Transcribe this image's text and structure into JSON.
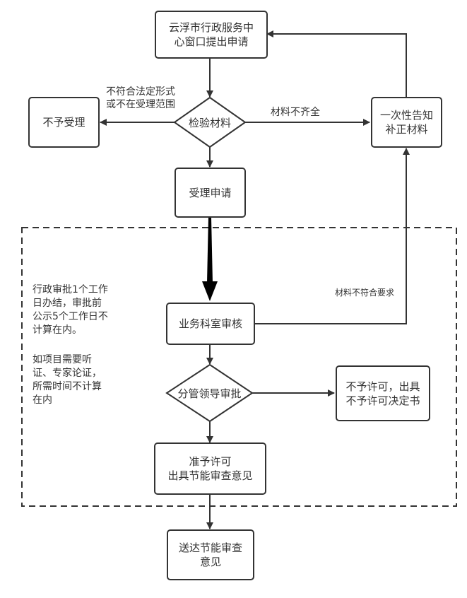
{
  "nodes": {
    "submit": "云浮市行政服务中\n心窗口提出申请",
    "check": "检验材料",
    "reject_accept": "不予受理",
    "notify_supplement": "一次性告知\n补正材料",
    "accept": "受理申请",
    "dept_review": "业务科室审核",
    "leader_approve": "分管领导审批",
    "deny_permit": "不予许可，出具\n不予许可决定书",
    "grant_permit": "准予许可\n出具节能审查意见",
    "deliver": "送达节能审查\n意见"
  },
  "edge_labels": {
    "not_compliant": "不符合法定形式\n或不在受理范围",
    "incomplete": "材料不齐全",
    "not_meet": "材料不符合要求"
  },
  "notes": {
    "time_limit": "行政审批1个工作\n日办结，审批前\n公示5个工作日不\n计算在内。",
    "hearing": "如项目需要听\n证、专家论证，\n所需时间不计算\n在内"
  }
}
